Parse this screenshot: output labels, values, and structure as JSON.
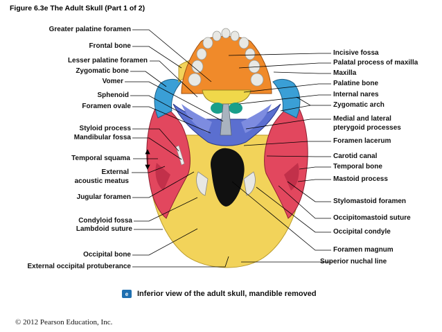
{
  "figure_title": "Figure 6.3e  The Adult Skull (Part 1 of 2)",
  "labels_left": [
    {
      "key": "greater_palatine_foramen",
      "text": "Greater palatine foramen"
    },
    {
      "key": "frontal_bone",
      "text": "Frontal bone"
    },
    {
      "key": "lesser_palatine_foramen",
      "text": "Lesser palatine foramen"
    },
    {
      "key": "zygomatic_bone",
      "text": "Zygomatic bone"
    },
    {
      "key": "vomer",
      "text": "Vomer"
    },
    {
      "key": "sphenoid",
      "text": "Sphenoid"
    },
    {
      "key": "foramen_ovale",
      "text": "Foramen ovale"
    },
    {
      "key": "styloid_process",
      "text": "Styloid process"
    },
    {
      "key": "mandibular_fossa",
      "text": "Mandibular fossa"
    },
    {
      "key": "temporal_squama",
      "text": "Temporal squama"
    },
    {
      "key": "external_acoustic_meatus_1",
      "text": "External"
    },
    {
      "key": "external_acoustic_meatus_2",
      "text": "acoustic meatus"
    },
    {
      "key": "jugular_foramen",
      "text": "Jugular foramen"
    },
    {
      "key": "condyloid_fossa",
      "text": "Condyloid fossa"
    },
    {
      "key": "lambdoid_suture",
      "text": "Lambdoid suture"
    },
    {
      "key": "occipital_bone",
      "text": "Occipital bone"
    },
    {
      "key": "external_occipital_protuberance",
      "text": "External occipital protuberance"
    }
  ],
  "labels_right": [
    {
      "key": "incisive_fossa",
      "text": "Incisive fossa"
    },
    {
      "key": "palatal_process",
      "text": "Palatal process of maxilla"
    },
    {
      "key": "maxilla",
      "text": "Maxilla"
    },
    {
      "key": "palatine_bone",
      "text": "Palatine bone"
    },
    {
      "key": "internal_nares",
      "text": "Internal nares"
    },
    {
      "key": "zygomatic_arch",
      "text": "Zygomatic arch"
    },
    {
      "key": "pterygoid_1",
      "text": "Medial and lateral"
    },
    {
      "key": "pterygoid_2",
      "text": "pterygoid processes"
    },
    {
      "key": "foramen_lacerum",
      "text": "Foramen lacerum"
    },
    {
      "key": "carotid_canal",
      "text": "Carotid canal"
    },
    {
      "key": "temporal_bone",
      "text": "Temporal bone"
    },
    {
      "key": "mastoid_process",
      "text": "Mastoid process"
    },
    {
      "key": "stylomastoid_foramen",
      "text": "Stylomastoid foramen"
    },
    {
      "key": "occipitomastoid_suture",
      "text": "Occipitomastoid suture"
    },
    {
      "key": "occipital_condyle",
      "text": "Occipital condyle"
    },
    {
      "key": "foramen_magnum",
      "text": "Foramen magnum"
    },
    {
      "key": "superior_nuchal_line",
      "text": "Superior nuchal line"
    }
  ],
  "caption": {
    "badge": "e",
    "text": "Inferior view of the adult skull, mandible removed"
  },
  "copyright": "© 2012 Pearson Education, Inc.",
  "colors": {
    "occipital": "#f2d35a",
    "temporal": "#e2475e",
    "sphenoid": "#5b6fd0",
    "zygomatic": "#3a9fd6",
    "maxilla": "#f08a2a",
    "palatine": "#f0d84a",
    "vomer": "#a9b3bf",
    "teeth": "#e8e8e4"
  }
}
